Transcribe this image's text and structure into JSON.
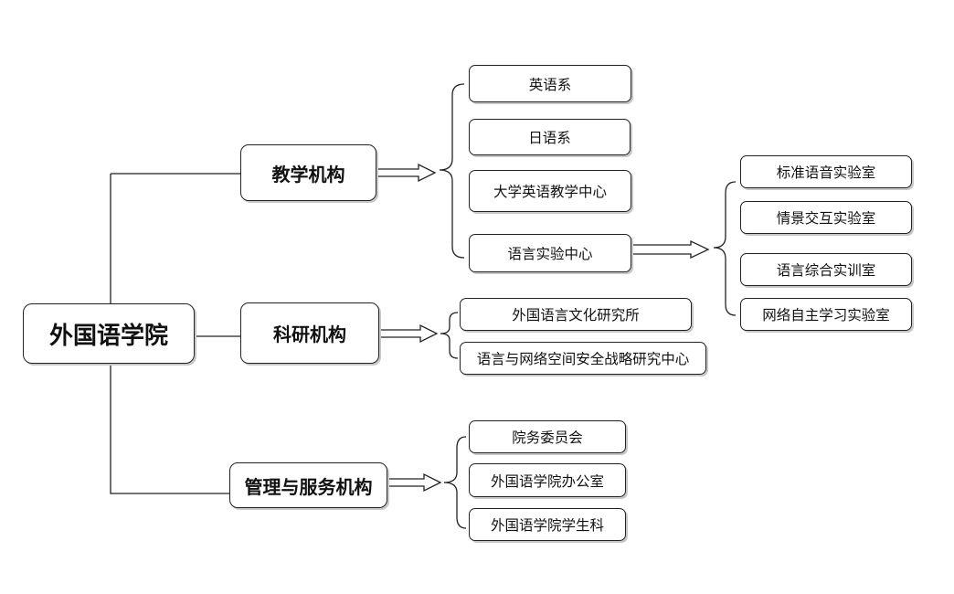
{
  "root": "外国语学院",
  "branches": {
    "teaching": {
      "label": "教学机构",
      "items": [
        "英语系",
        "日语系",
        "大学英语教学中心",
        "语言实验中心"
      ],
      "lab_center_items": [
        "标准语音实验室",
        "情景交互实验室",
        "语言综合实训室",
        "网络自主学习实验室"
      ]
    },
    "research": {
      "label": "科研机构",
      "items": [
        "外国语言文化研究所",
        "语言与网络空间安全战略研究中心"
      ]
    },
    "management": {
      "label": "管理与服务机构",
      "items": [
        "院务委员会",
        "外国语学院办公室",
        "外国语学院学生科"
      ]
    }
  }
}
